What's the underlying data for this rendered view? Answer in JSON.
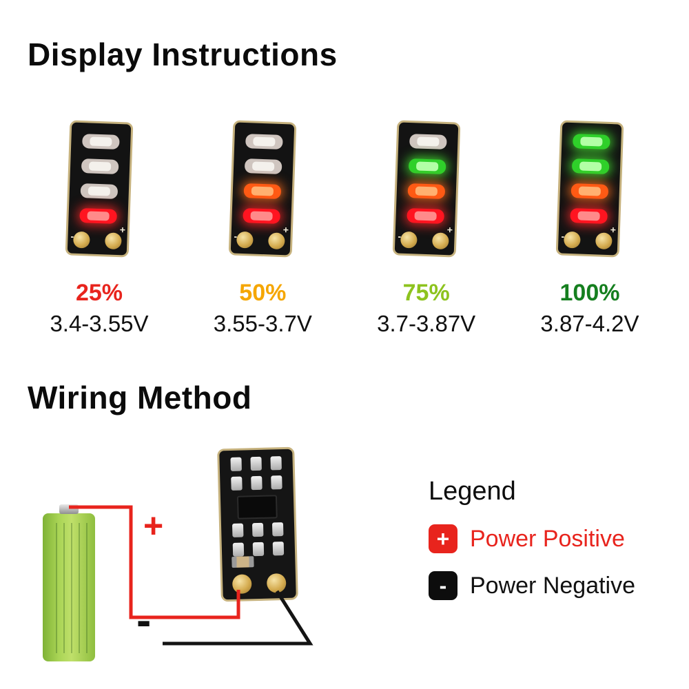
{
  "page": {
    "background": "#ffffff"
  },
  "headings": {
    "display_instructions": "Display Instructions",
    "wiring_method": "Wiring Method"
  },
  "modules": [
    {
      "percent": "25%",
      "percent_color": "#e8241d",
      "voltage": "3.4-3.55V",
      "leds": [
        "off",
        "off",
        "off",
        "red"
      ]
    },
    {
      "percent": "50%",
      "percent_color": "#f5a600",
      "voltage": "3.55-3.7V",
      "leds": [
        "off",
        "off",
        "orange",
        "red"
      ]
    },
    {
      "percent": "75%",
      "percent_color": "#8dc31e",
      "voltage": "3.7-3.87V",
      "leds": [
        "off",
        "green",
        "orange",
        "red"
      ]
    },
    {
      "percent": "100%",
      "percent_color": "#157f1f",
      "voltage": "3.87-4.2V",
      "leds": [
        "green",
        "green",
        "orange",
        "red"
      ]
    }
  ],
  "pcb": {
    "minus_label": "-",
    "plus_label": "+"
  },
  "led_colors": {
    "off": "#cfc5bf",
    "red": "#ff1420",
    "green": "#2fd02a",
    "orange": "#ff5a14"
  },
  "wiring": {
    "plus_sign": "+",
    "minus_sign": "-",
    "positive_wire_color": "#e8241d",
    "negative_wire_color": "#141414"
  },
  "legend": {
    "title": "Legend",
    "items": [
      {
        "symbol": "+",
        "label": "Power Positive",
        "label_color": "#e8241d",
        "box_color": "#e8241d"
      },
      {
        "symbol": "-",
        "label": "Power Negative",
        "label_color": "#111111",
        "box_color": "#0d0d0d"
      }
    ]
  }
}
